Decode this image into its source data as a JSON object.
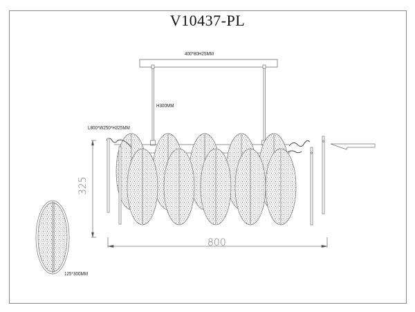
{
  "drawing": {
    "title": "V10437-PL",
    "canopy_label": "400*80H25MM",
    "rod_height_label": "H300MM",
    "overall_size_label": "L800*W250*H325MM",
    "panel_size_label": "125*300MM",
    "height_dimension": "325",
    "width_dimension": "800"
  },
  "colors": {
    "line": "#6e6e6e",
    "text": "#222222",
    "dimension": "#777777",
    "stipple": "#3a3a3a"
  }
}
